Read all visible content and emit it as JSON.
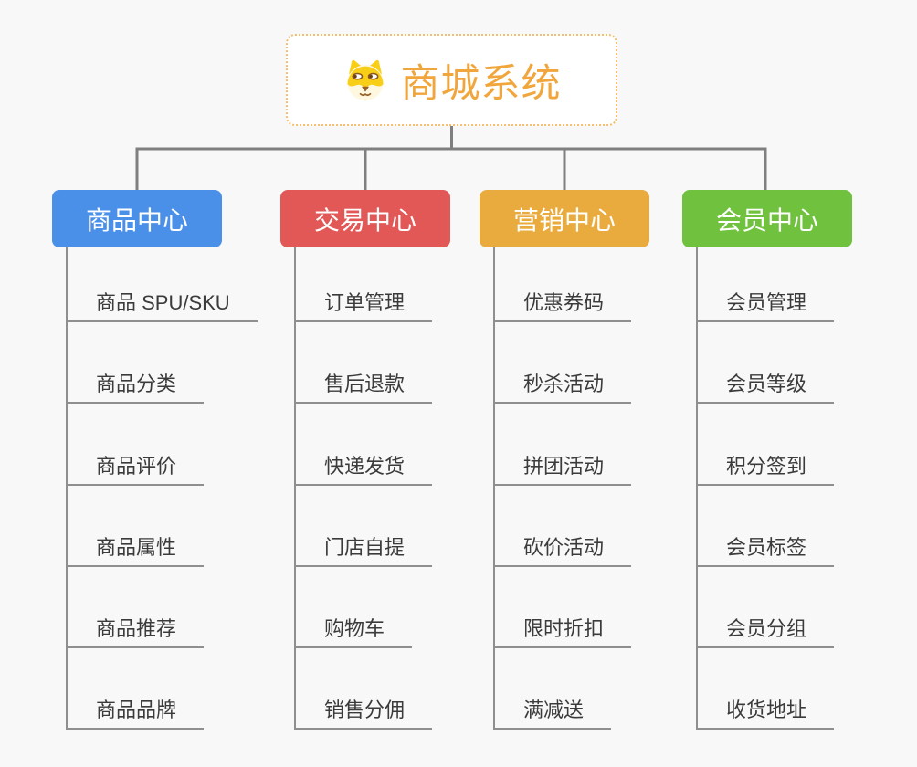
{
  "canvas": {
    "background": "#f8f8f8",
    "connector_color": "#7f7f7f",
    "branch_line_color": "#8f8f8f"
  },
  "root": {
    "title": "商城系统",
    "icon": "shiba-dog-face-icon",
    "text_color": "#f0a63c",
    "border_color": "#f3be6f"
  },
  "branches": [
    {
      "title": "商品中心",
      "color": "#4a90e8",
      "children": [
        "商品 SPU/SKU",
        "商品分类",
        "商品评价",
        "商品属性",
        "商品推荐",
        "商品品牌"
      ]
    },
    {
      "title": "交易中心",
      "color": "#e25856",
      "children": [
        "订单管理",
        "售后退款",
        "快递发货",
        "门店自提",
        "购物车",
        "销售分佣"
      ]
    },
    {
      "title": "营销中心",
      "color": "#eaab3e",
      "children": [
        "优惠券码",
        "秒杀活动",
        "拼团活动",
        "砍价活动",
        "限时折扣",
        "满减送"
      ]
    },
    {
      "title": "会员中心",
      "color": "#6fc13e",
      "children": [
        "会员管理",
        "会员等级",
        "积分签到",
        "会员标签",
        "会员分组",
        "收货地址"
      ]
    }
  ]
}
